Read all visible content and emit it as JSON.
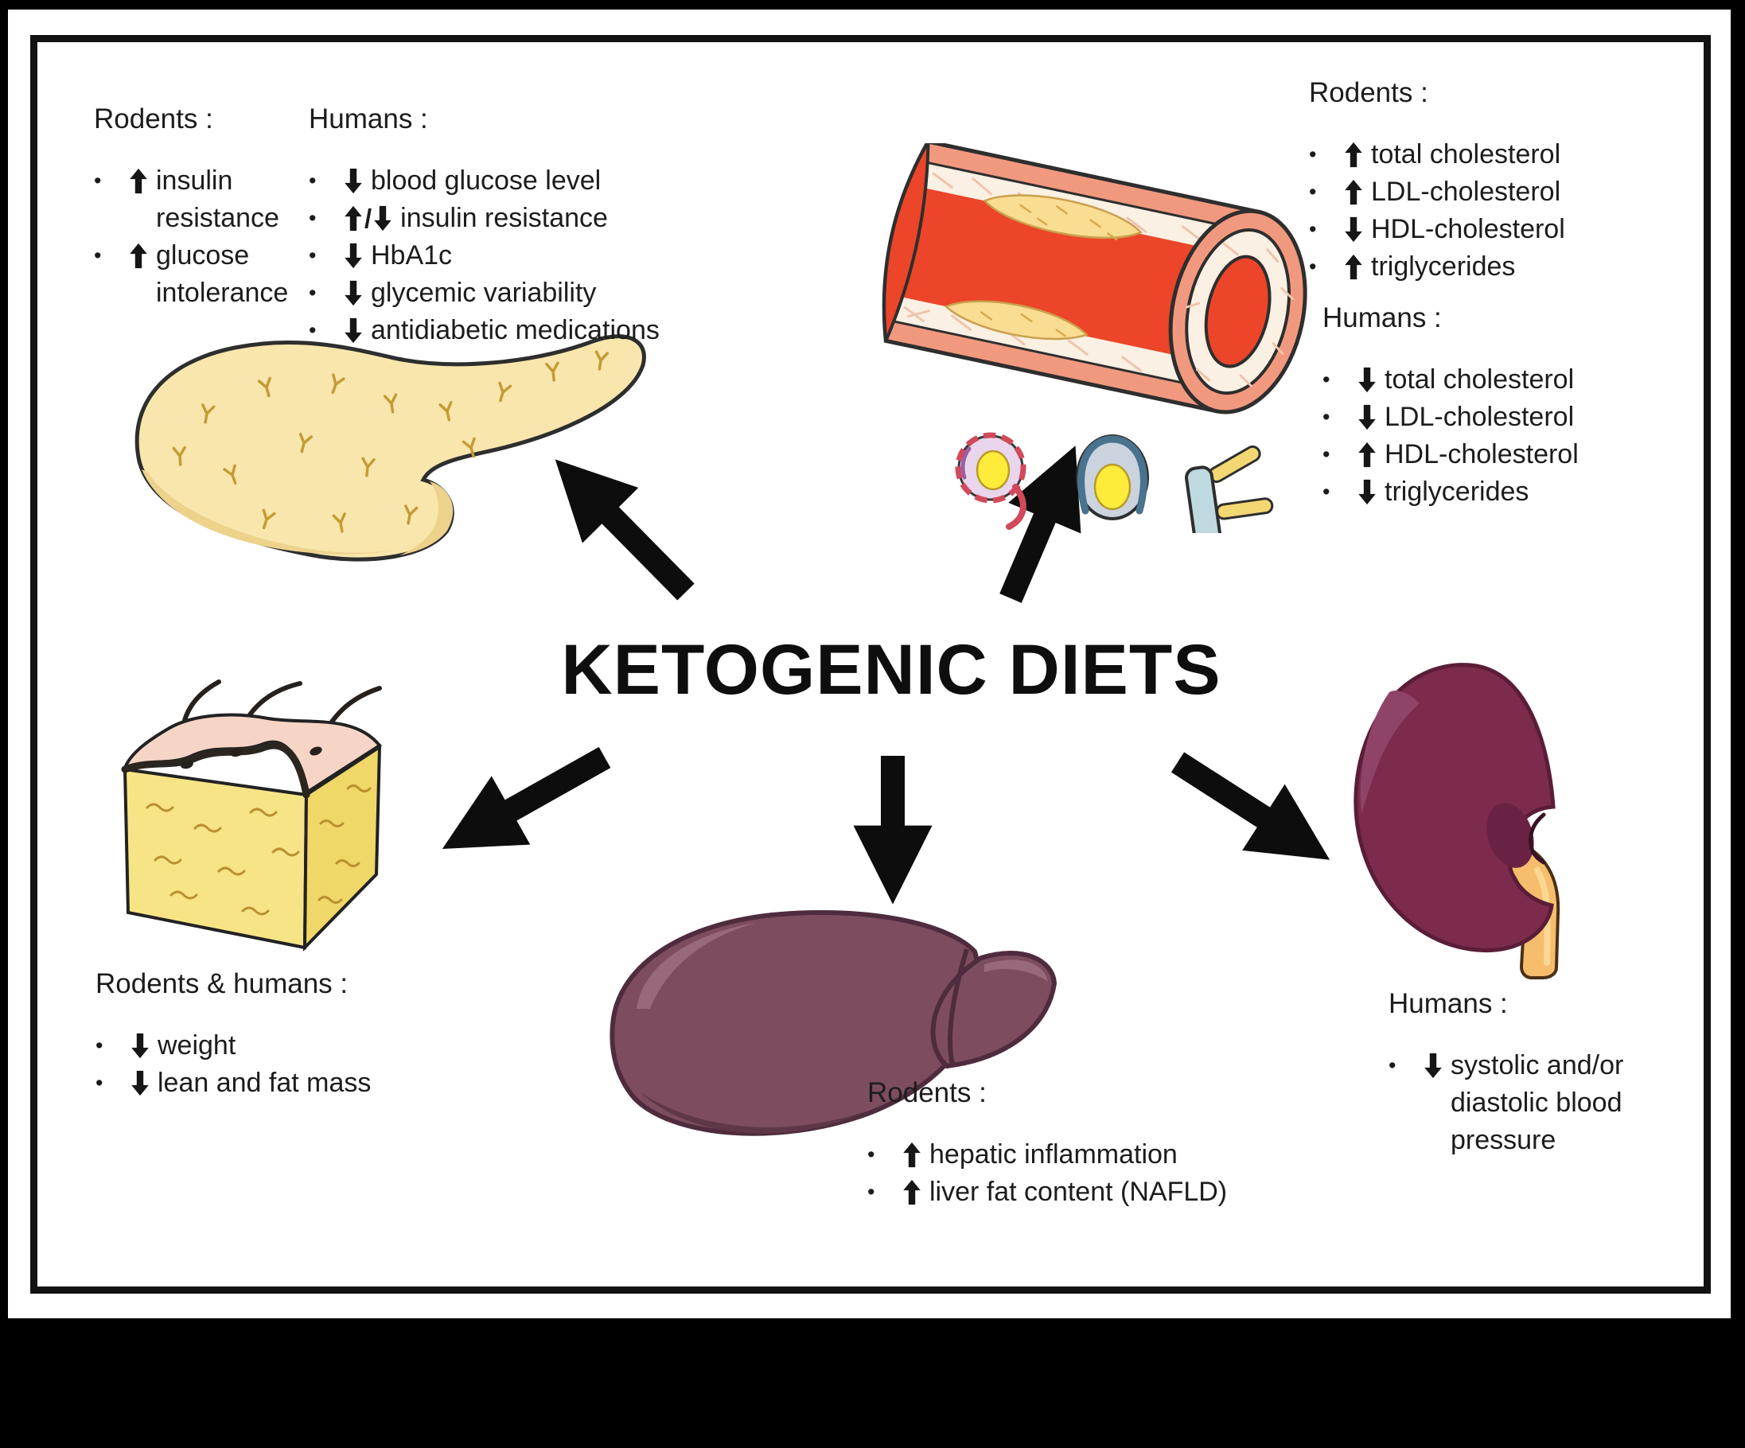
{
  "title": "KETOGENIC DIETS",
  "colors": {
    "background": "#000000",
    "canvas": "#ffffff",
    "frame": "#121212",
    "text": "#1c1c1c",
    "arrow": "#0d0d0d",
    "pancreas_fill": "#f8e6ac",
    "pancreas_shade": "#edd28b",
    "vessel_lumen_red": "#ec4529",
    "vessel_outer_salmon": "#f1997f",
    "vessel_wall_cream": "#faf0e3",
    "plaque_yellow": "#f9dd92",
    "lipoprotein_yellow": "#ffeb3a",
    "lipoprotein_blue": "#49738f",
    "lipoprotein_red": "#d2495b",
    "adipose_fat": "#f6e486",
    "adipose_fat_side": "#efd768",
    "adipose_skin_pink": "#f6d5c6",
    "liver_fill": "#7d4d5f",
    "liver_outline": "#4e2c3e",
    "kidney_fill": "#7c2b4d",
    "kidney_highlight": "#8f4367",
    "ureter_fill": "#f6be6c"
  },
  "groups": {
    "tl_rodents": {
      "heading": "Rodents :",
      "items": [
        {
          "arrow": "up",
          "text": "insulin resistance"
        },
        {
          "arrow": "up",
          "text": "glucose intolerance"
        }
      ]
    },
    "tl_humans": {
      "heading": "Humans :",
      "items": [
        {
          "arrow": "down",
          "text": "blood glucose level"
        },
        {
          "arrow": "updown",
          "text": "insulin resistance"
        },
        {
          "arrow": "down",
          "text": "HbA1c"
        },
        {
          "arrow": "down",
          "text": "glycemic variability"
        },
        {
          "arrow": "down",
          "text": "antidiabetic medications"
        }
      ]
    },
    "tr_rodents": {
      "heading": "Rodents :",
      "items": [
        {
          "arrow": "up",
          "text": "total cholesterol"
        },
        {
          "arrow": "up",
          "text": "LDL-cholesterol"
        },
        {
          "arrow": "down",
          "text": "HDL-cholesterol"
        },
        {
          "arrow": "up",
          "text": "triglycerides"
        }
      ]
    },
    "tr_humans": {
      "heading": "Humans :",
      "items": [
        {
          "arrow": "down",
          "text": "total cholesterol"
        },
        {
          "arrow": "down",
          "text": "LDL-cholesterol"
        },
        {
          "arrow": "up",
          "text": "HDL-cholesterol"
        },
        {
          "arrow": "down",
          "text": "triglycerides"
        }
      ]
    },
    "adipose": {
      "heading": "Rodents & humans :",
      "items": [
        {
          "arrow": "down",
          "text": "weight"
        },
        {
          "arrow": "down",
          "text": "lean and fat mass"
        }
      ]
    },
    "liver": {
      "heading": "Rodents :",
      "items": [
        {
          "arrow": "up",
          "text": "hepatic inflammation"
        },
        {
          "arrow": "up",
          "text": "liver fat content (NAFLD)"
        }
      ]
    },
    "kidney": {
      "heading": "Humans :",
      "items": [
        {
          "arrow": "down",
          "text": "systolic and/or diastolic blood pressure"
        }
      ]
    }
  },
  "illustrations": {
    "pancreas": "pancreas-illustration",
    "vessel": "atherosclerotic-blood-vessel-illustration",
    "adipose": "adipose-tissue-skin-illustration",
    "liver": "liver-illustration",
    "kidney": "kidney-illustration"
  }
}
